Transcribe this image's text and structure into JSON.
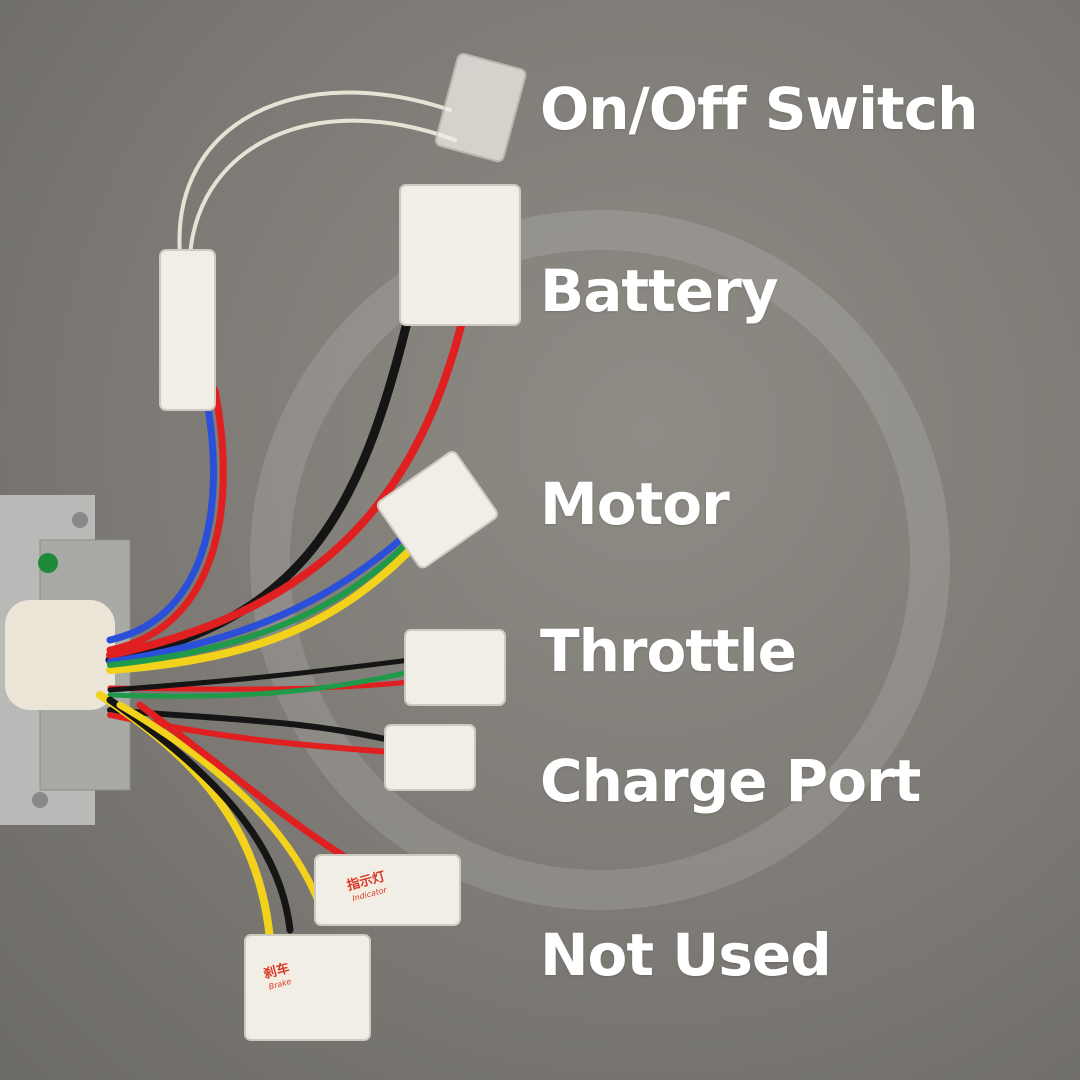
{
  "labels": {
    "on_off_switch": "On/Off Switch",
    "battery": "Battery",
    "motor": "Motor",
    "throttle": "Throttle",
    "charge_port": "Charge Port",
    "not_used": "Not Used"
  },
  "stickers": {
    "indicator_cn": "指示灯",
    "indicator_en": "Indicator",
    "brake_cn": "刹车",
    "brake_en": "Brake"
  },
  "colors": {
    "background": "#7d7a75",
    "label_text": "#ffffff",
    "wire_red": "#e02020",
    "wire_black": "#151515",
    "wire_blue": "#2a4fd8",
    "wire_yellow": "#f2d21a",
    "wire_green": "#1e9a4a",
    "wire_white": "#e8e2d4",
    "connector": "#f1eee8"
  }
}
